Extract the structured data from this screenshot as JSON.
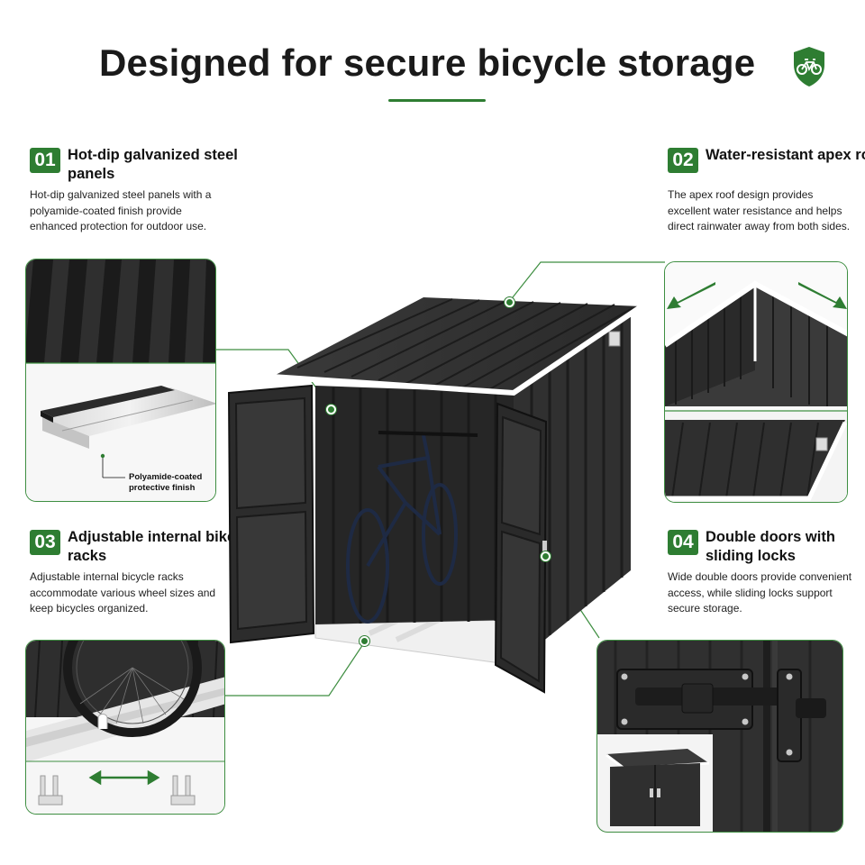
{
  "header": {
    "title": "Designed for secure bicycle storage",
    "badge_icon": "shield-bicycle-icon",
    "accent_color": "#2e7d32"
  },
  "features": [
    {
      "num": "01",
      "title": "Hot-dip galvanized steel panels",
      "desc": "Hot-dip galvanized steel panels with a polyamide-coated finish provide enhanced protection for outdoor use.",
      "caption": "Polyamide-coated protective finish"
    },
    {
      "num": "02",
      "title": "Water-resistant apex roof",
      "desc": "The apex roof design provides excellent water resistance and helps direct rainwater away from both sides."
    },
    {
      "num": "03",
      "title": "Adjustable internal bike racks",
      "desc": "Adjustable internal bicycle racks accommodate various wheel sizes and keep bicycles organized."
    },
    {
      "num": "04",
      "title": "Double doors with sliding locks",
      "desc": "Wide double doors provide convenient access, while sliding locks support secure storage."
    }
  ]
}
